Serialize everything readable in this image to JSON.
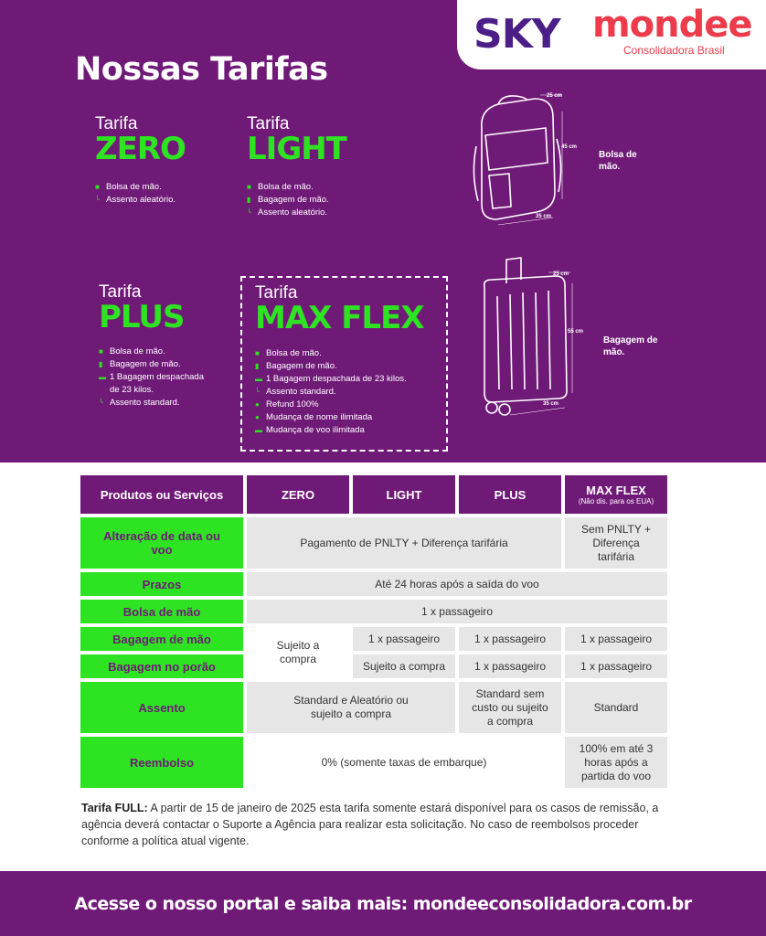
{
  "brand": {
    "sky_logo": "SKY",
    "mondee_logo": "mondee",
    "mondee_sub": "Consolidadora Brasil",
    "colors": {
      "purple": "#701a78",
      "green": "#2ee322",
      "mondee_red": "#ec3b4a",
      "sky_purple": "#4b1f87"
    }
  },
  "title": "Nossas Tarifas",
  "fares": [
    {
      "label": "Tarifa",
      "name": "ZERO",
      "items": [
        {
          "icon": "handbag-icon",
          "text": "Bolsa de mão."
        },
        {
          "icon": "seat-icon",
          "text": "Assento aleatório."
        }
      ]
    },
    {
      "label": "Tarifa",
      "name": "LIGHT",
      "items": [
        {
          "icon": "handbag-icon",
          "text": "Bolsa de mão."
        },
        {
          "icon": "trolley-icon",
          "text": "Bagagem de mão."
        },
        {
          "icon": "seat-icon",
          "text": "Assento aleatório."
        }
      ]
    },
    {
      "label": "Tarifa",
      "name": "PLUS",
      "items": [
        {
          "icon": "handbag-icon",
          "text": "Bolsa de mão."
        },
        {
          "icon": "trolley-icon",
          "text": "Bagagem de mão."
        },
        {
          "icon": "suitcase-icon",
          "text": "1 Bagagem despachada"
        },
        {
          "icon": "",
          "text": "de 23 kilos."
        },
        {
          "icon": "seat-icon",
          "text": "Assento standard."
        }
      ]
    },
    {
      "label": "Tarifa",
      "name": "MAX FLEX",
      "items": [
        {
          "icon": "handbag-icon",
          "text": "Bolsa de mão."
        },
        {
          "icon": "trolley-icon",
          "text": "Bagagem de mão."
        },
        {
          "icon": "suitcase-icon",
          "text": "1 Bagagem despachada de 23 kilos."
        },
        {
          "icon": "seat-icon",
          "text": "Assento standard."
        },
        {
          "icon": "refund-icon",
          "text": "Refund 100%"
        },
        {
          "icon": "name-change-icon",
          "text": "Mudança de nome ilimitada"
        },
        {
          "icon": "flight-change-icon",
          "text": "Mudança de voo ilimitada"
        }
      ]
    }
  ],
  "bags": {
    "handbag": {
      "label_1": "Bolsa de",
      "label_2": "mão.",
      "width": "25 cm",
      "height": "45 cm",
      "depth": "35 cm"
    },
    "trolley": {
      "label_1": "Bagagem de",
      "label_2": "mão.",
      "width": "25 cm",
      "height": "55 cm",
      "depth": "35 cm"
    }
  },
  "table": {
    "headers": {
      "service": "Produtos ou Serviços",
      "zero": "ZERO",
      "light": "LIGHT",
      "plus": "PLUS",
      "maxflex": "MAX FLEX",
      "maxflex_note": "(Não dis. para os EUA)"
    },
    "rows": {
      "alteracao": {
        "label": "Alteração de data ou voo",
        "common": "Pagamento de PNLTY + Diferença tarifária",
        "maxflex": "Sem PNLTY + Diferença tarifária"
      },
      "prazos": {
        "label": "Prazos",
        "common": "Até 24 horas após a saída do voo"
      },
      "bolsa": {
        "label": "Bolsa de mão",
        "common": "1 x passageiro"
      },
      "bagagem_mao": {
        "label": "Bagagem de mão",
        "zero": "Sujeito a compra",
        "light": "1 x passageiro",
        "plus": "1 x passageiro",
        "maxflex": "1 x passageiro"
      },
      "bagagem_porao": {
        "label": "Bagagem no porão",
        "light": "Sujeito a compra",
        "plus": "1 x passageiro",
        "maxflex": "1 x passageiro"
      },
      "assento": {
        "label": "Assento",
        "zero_light": "Standard e Aleatório ou sujeito a compra",
        "plus": "Standard sem custo ou sujeito a compra",
        "maxflex": "Standard"
      },
      "reembolso": {
        "label": "Reembolso",
        "common": "0% (somente taxas de embarque)",
        "maxflex": "100% em até 3 horas após a partida do voo"
      }
    }
  },
  "note": {
    "bold": "Tarifa FULL:",
    "text": " A partir de 15 de janeiro de 2025 esta tarifa somente estará disponível para os casos de remissão, a agência deverá contactar o Suporte a Agência para realizar esta solicitação. No caso de reembolsos proceder conforme a política atual vigente."
  },
  "footer": "Acesse o nosso portal e saiba mais: mondeeconsolidadora.com.br"
}
